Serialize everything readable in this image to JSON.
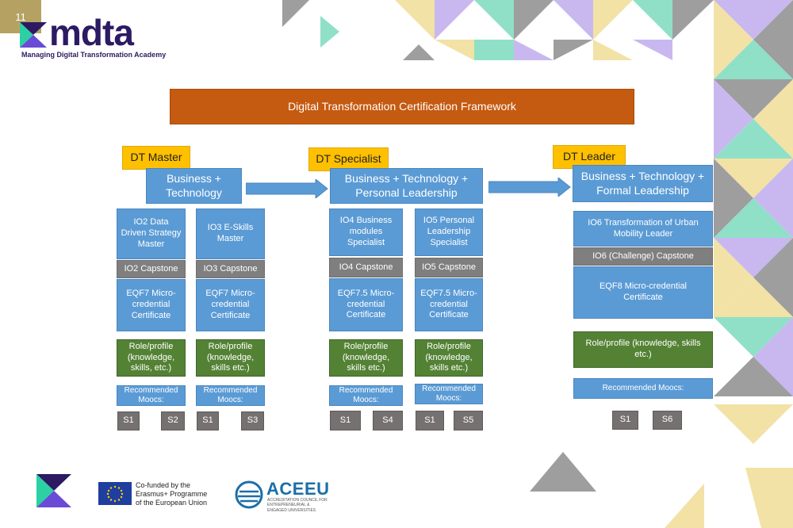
{
  "colors": {
    "accent_blue": "#5b9bd5",
    "title_orange": "#c55a11",
    "capstone_gray": "#7f7f7f",
    "role_green": "#548235",
    "label_yellow": "#ffc000",
    "brand_purple": "#2d1a63",
    "page_badge": "#b5a262"
  },
  "header": {
    "logo_text": "mdta",
    "logo_sub": "Managing Digital Transformation Academy",
    "page_number": "11"
  },
  "title": "Digital Transformation Certification Framework",
  "columns": {
    "master": {
      "label": "DT Master",
      "heading": "Business + Technology",
      "tracks": [
        {
          "module": "IO2 Data Driven Strategy Master",
          "capstone": "IO2 Capstone",
          "cert": "EQF7 Micro-credential Certificate",
          "role": "Role/profile (knowledge, skills, etc.)",
          "moocs": "Recommended Moocs:",
          "s_left": "S1",
          "s_right": "S2"
        },
        {
          "module": "IO3 E-Skills Master",
          "capstone": "IO3 Capstone",
          "cert": "EQF7 Micro-credential Certificate",
          "role": "Role/profile (knowledge, skills etc.)",
          "moocs": "Recommended Moocs:",
          "s_left": "S1",
          "s_right": "S3"
        }
      ]
    },
    "specialist": {
      "label": "DT Specialist",
      "heading": "Business + Technology + Personal Leadership",
      "tracks": [
        {
          "module": "IO4 Business modules Specialist",
          "capstone": "IO4 Capstone",
          "cert": "EQF7.5 Micro-credential Certificate",
          "role": "Role/profile (knowledge, skills etc.)",
          "moocs": "Recommended Moocs:",
          "s_left": "S1",
          "s_right": "S4"
        },
        {
          "module": "IO5 Personal Leadership Specialist",
          "capstone": "IO5 Capstone",
          "cert": "EQF7.5 Micro-credential Certificate",
          "role": "Role/profile (knowledge, skills etc.)",
          "moocs": "Recommended Moocs:",
          "s_left": "S1",
          "s_right": "S5"
        }
      ]
    },
    "leader": {
      "label": "DT Leader",
      "heading": "Business + Technology + Formal Leadership",
      "module": "IO6 Transformation of Urban Mobility Leader",
      "capstone": "IO6 (Challenge) Capstone",
      "cert": "EQF8 Micro-credential Certificate",
      "role": "Role/profile (knowledge, skills etc.)",
      "moocs": "Recommended Moocs:",
      "s_left": "S1",
      "s_right": "S6"
    }
  },
  "footer": {
    "eu_text": "Co-funded by the Erasmus+ Programme of the European Union",
    "aceeu_name": "ACEEU",
    "aceeu_sub": "ACCREDITATION COUNCIL FOR ENTREPRENEURIAL & ENGAGED UNIVERSITIES"
  }
}
